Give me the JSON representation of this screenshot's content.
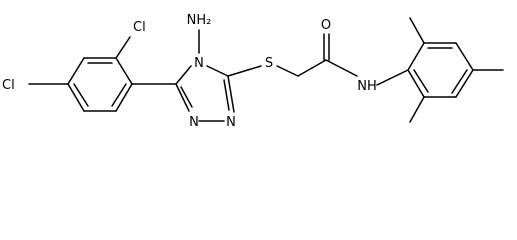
{
  "molecule": {
    "labels": {
      "nh2": "NH₂",
      "n_ring_top": "N",
      "n_ring_bottom_left": "N",
      "n_ring_bottom_right": "N",
      "sulfur": "S",
      "oxygen": "O",
      "amide_nh": "NH",
      "cl_ortho": "Cl",
      "cl_para": "Cl"
    },
    "colors": {
      "bond": "#000000",
      "text": "#000000",
      "background": "#ffffff"
    }
  }
}
